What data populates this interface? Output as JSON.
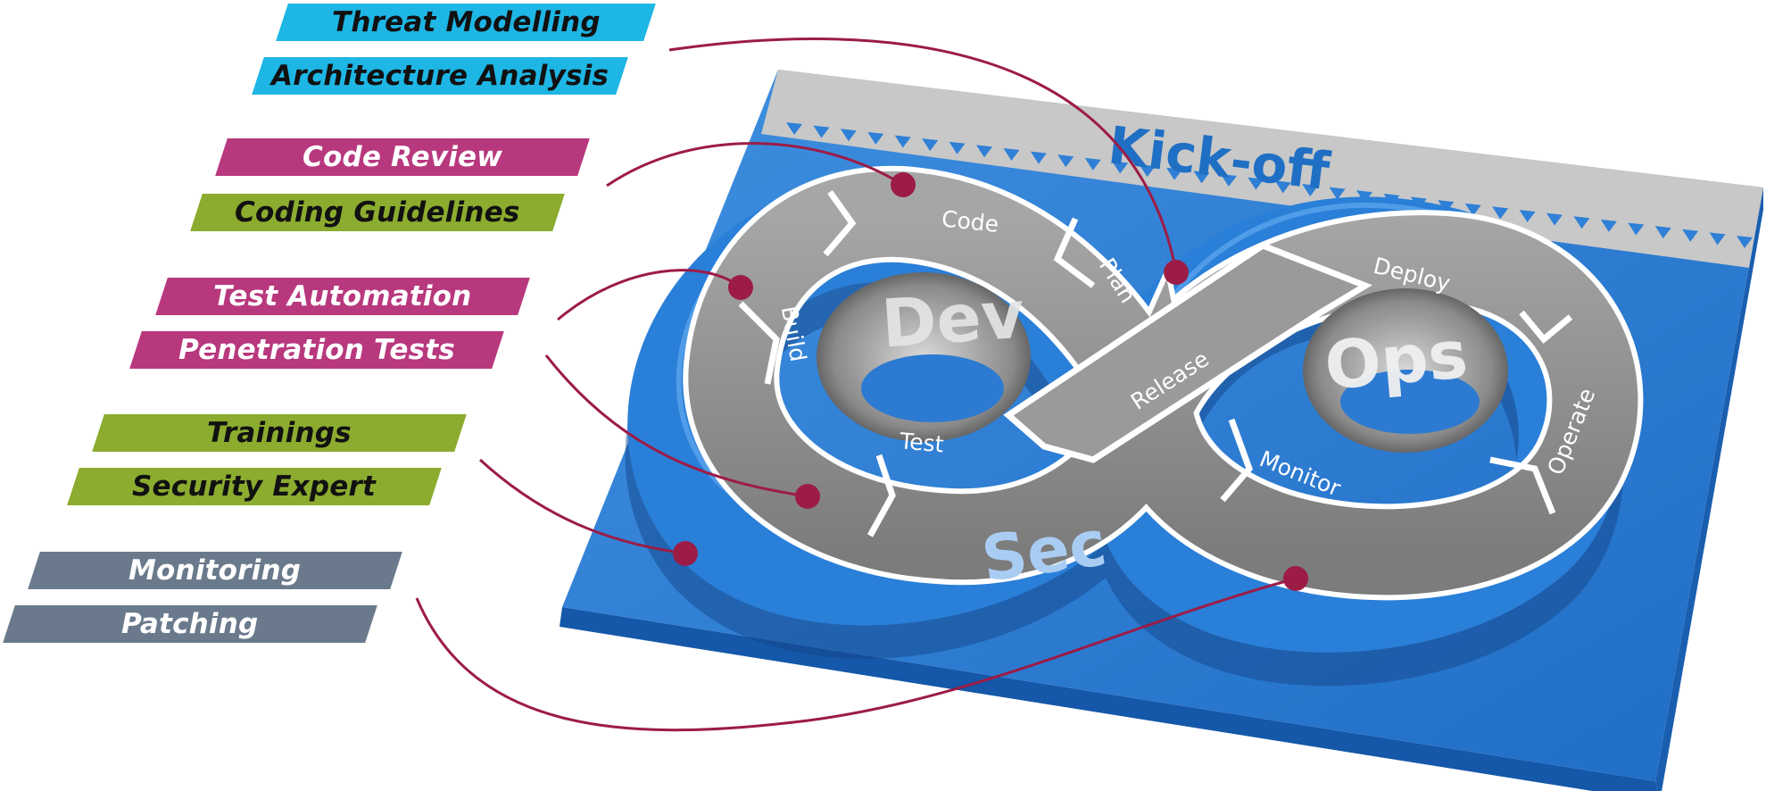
{
  "labels": {
    "threat_modelling": "Threat Modelling",
    "architecture_analysis": "Architecture Analysis",
    "code_review": "Code Review",
    "coding_guidelines": "Coding Guidelines",
    "test_automation": "Test Automation",
    "penetration_tests": "Penetration Tests",
    "trainings": "Trainings",
    "security_expert": "Security Expert",
    "monitoring": "Monitoring",
    "patching": "Patching"
  },
  "diagram": {
    "kickoff": "Kick-off",
    "dev": "Dev",
    "ops": "Ops",
    "sec": "Sec",
    "stages": {
      "plan": "Plan",
      "code": "Code",
      "build": "Build",
      "test": "Test",
      "release": "Release",
      "deploy": "Deploy",
      "operate": "Operate",
      "monitor": "Monitor"
    }
  },
  "colors": {
    "cyan": "#1eb6e4",
    "magenta": "#b8387e",
    "olive": "#8bac2f",
    "slate": "#6a7a8c",
    "connector": "#9c1c46",
    "board_blue": "#2f80d6",
    "ring_gray": "#8e8e8e"
  }
}
